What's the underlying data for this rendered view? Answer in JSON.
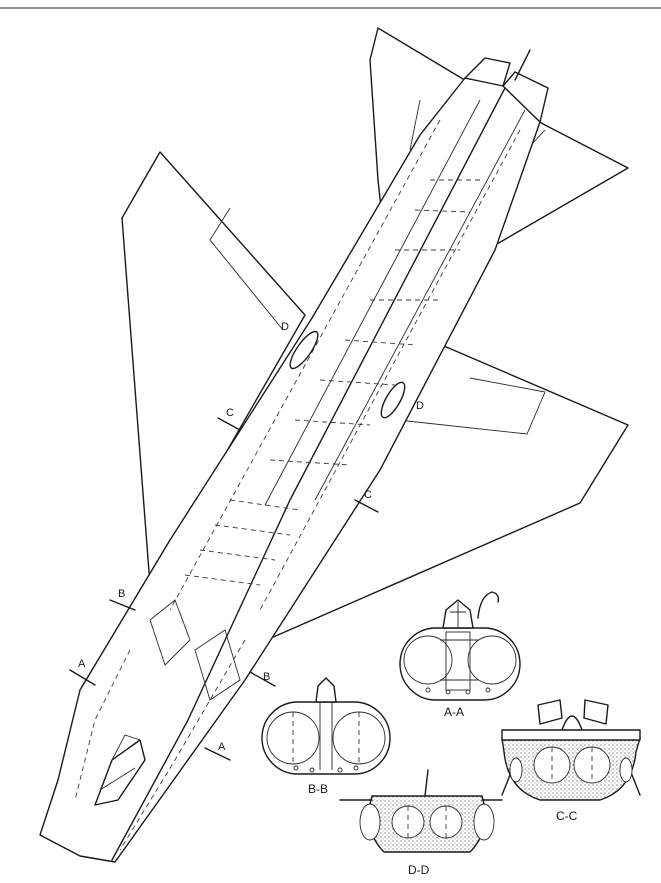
{
  "cut_markers": {
    "a_left": "A",
    "a_right": "A",
    "b_left": "B",
    "b_right": "B",
    "c_left": "C",
    "c_right": "C",
    "d_left": "D",
    "d_right": "D"
  },
  "sections": {
    "aa": "A-A",
    "bb": "B-B",
    "cc": "C-C",
    "dd": "D-D"
  }
}
